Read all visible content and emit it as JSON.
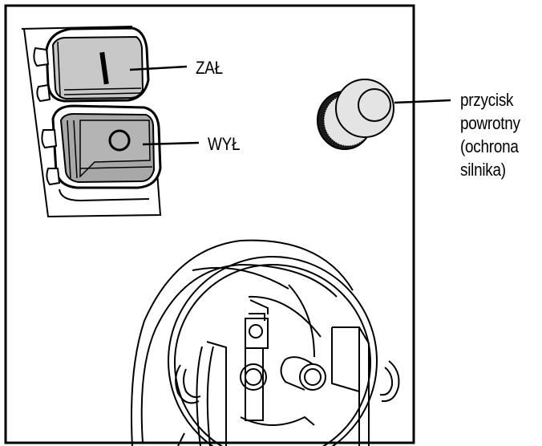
{
  "diagram": {
    "type": "device-control-panel-illustration",
    "components": [
      {
        "id": "on-switch",
        "symbol": "I",
        "label": "ZAŁ"
      },
      {
        "id": "off-switch",
        "symbol": "O",
        "label": "WYŁ"
      },
      {
        "id": "reset-button",
        "label_lines": [
          "przycisk",
          "powrotny",
          "(ochrona",
          "silnika)"
        ]
      },
      {
        "id": "power-socket",
        "label": ""
      }
    ]
  },
  "labels": {
    "on": "ZAŁ",
    "off": "WYŁ",
    "reset": {
      "line1": "przycisk",
      "line2": "powrotny",
      "line3": "(ochrona",
      "line4": "silnika)"
    }
  },
  "colors": {
    "line": "#000000",
    "on_button_fill": "#c8c8c8",
    "off_button_fill": "#a8a8a8",
    "reset_fill": "#e4e4e4",
    "background": "#ffffff"
  }
}
